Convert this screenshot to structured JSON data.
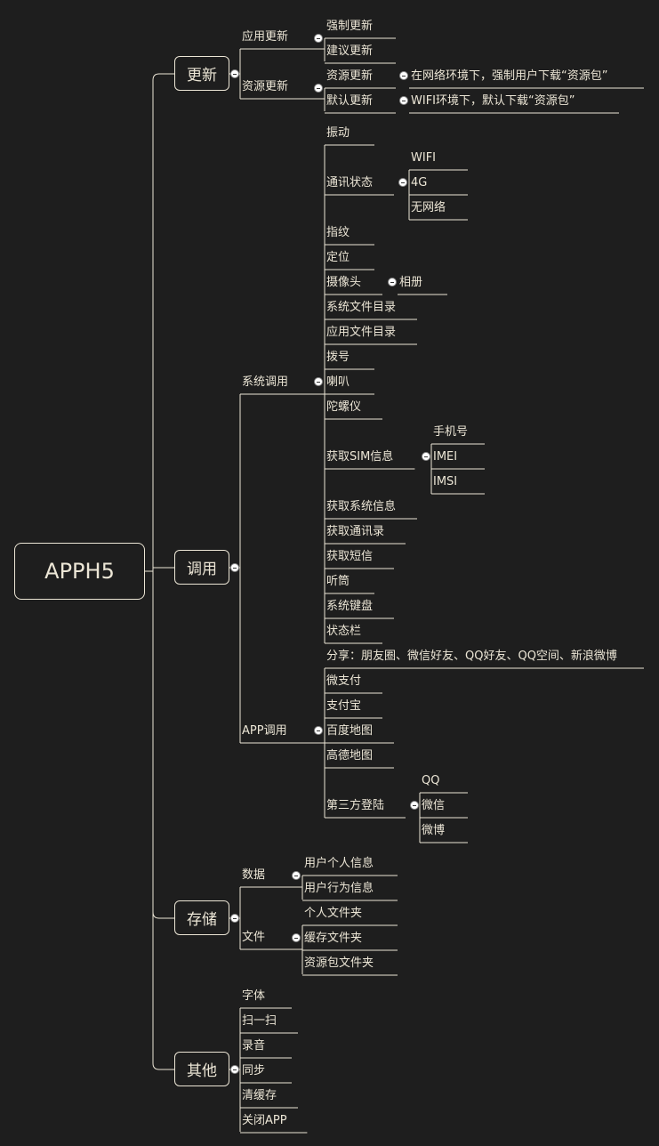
{
  "root": "APPH5",
  "branches": {
    "update": {
      "label": "更新",
      "app_update": {
        "label": "应用更新",
        "items": [
          "强制更新",
          "建议更新"
        ]
      },
      "res_update": {
        "label": "资源更新",
        "items": [
          {
            "label": "资源更新",
            "note": "在网络环境下，强制用户下载“资源包”"
          },
          {
            "label": "默认更新",
            "note": "WIFI环境下，默认下载“资源包”"
          }
        ]
      }
    },
    "invoke": {
      "label": "调用",
      "system": {
        "label": "系统调用",
        "items": [
          "振动",
          "通讯状态",
          "指纹",
          "定位",
          "摄像头",
          "系统文件目录",
          "应用文件目录",
          "拨号",
          "喇叭",
          "陀螺仪",
          "获取SIM信息",
          "获取系统信息",
          "获取通讯录",
          "获取短信",
          "听筒",
          "系统键盘",
          "状态栏"
        ],
        "network": [
          "WIFI",
          "4G",
          "无网络"
        ],
        "camera": [
          "相册"
        ],
        "sim": [
          "手机号",
          "IMEI",
          "IMSI"
        ]
      },
      "app": {
        "label": "APP调用",
        "items": [
          "分享：朋友圈、微信好友、QQ好友、QQ空间、新浪微博",
          "微支付",
          "支付宝",
          "百度地图",
          "高德地图",
          "第三方登陆"
        ],
        "login": [
          "QQ",
          "微信",
          "微博"
        ]
      }
    },
    "storage": {
      "label": "存储",
      "data": {
        "label": "数据",
        "items": [
          "用户个人信息",
          "用户行为信息"
        ]
      },
      "file": {
        "label": "文件",
        "items": [
          "个人文件夹",
          "缓存文件夹",
          "资源包文件夹"
        ]
      }
    },
    "other": {
      "label": "其他",
      "items": [
        "字体",
        "扫一扫",
        "录音",
        "同步",
        "清缓存",
        "关闭APP"
      ]
    }
  }
}
